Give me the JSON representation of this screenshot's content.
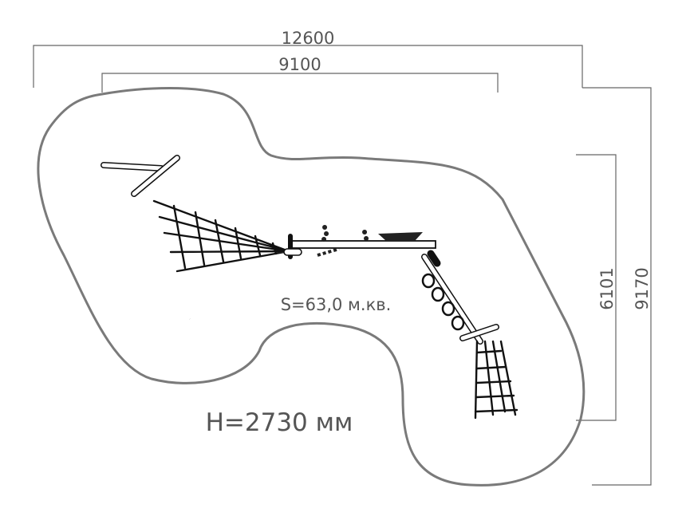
{
  "dimensions": {
    "total_width": "12600",
    "inner_width": "9100",
    "inner_height": "6101",
    "total_height": "9170"
  },
  "area_label": "S=63,0 м.кв.",
  "height_label": "H=2730 мм"
}
